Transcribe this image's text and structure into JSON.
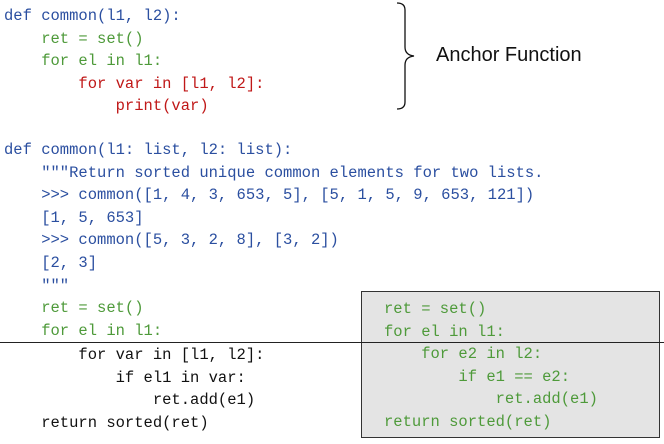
{
  "anchor": {
    "label": "Anchor Function",
    "lines": [
      {
        "text": "def common(l1, l2):",
        "color": "#2b4fa0"
      },
      {
        "text": "    ret = set()",
        "color": "#4e9a3a"
      },
      {
        "text": "    for el in l1:",
        "color": "#4e9a3a"
      },
      {
        "text": "        for var in [l1, l2]:",
        "color": "#c01818"
      },
      {
        "text": "            print(var)",
        "color": "#c01818"
      }
    ]
  },
  "prompt": {
    "lines": [
      {
        "text": "def common(l1: list, l2: list):",
        "color": "#2b4fa0"
      },
      {
        "text": "    \"\"\"Return sorted unique common elements for two lists.",
        "color": "#2b4fa0"
      },
      {
        "text": "    >>> common([1, 4, 3, 653, 5], [5, 1, 5, 9, 653, 121])",
        "color": "#2b4fa0"
      },
      {
        "text": "    [1, 5, 653]",
        "color": "#2b4fa0"
      },
      {
        "text": "    >>> common([5, 3, 2, 8], [3, 2])",
        "color": "#2b4fa0"
      },
      {
        "text": "    [2, 3]",
        "color": "#2b4fa0"
      },
      {
        "text": "    \"\"\"",
        "color": "#2b4fa0"
      },
      {
        "text": "    ret = set()",
        "color": "#4e9a3a"
      },
      {
        "text": "    for el in l1:",
        "color": "#4e9a3a"
      }
    ]
  },
  "original_completion": {
    "lines": [
      {
        "text": "        for var in [l1, l2]:",
        "color": "#111111"
      },
      {
        "text": "            if el1 in var:",
        "color": "#111111"
      },
      {
        "text": "                ret.add(e1)",
        "color": "#111111"
      },
      {
        "text": "    return sorted(ret)",
        "color": "#111111"
      }
    ]
  },
  "alternative_completion": {
    "lines": [
      {
        "text": "ret = set()",
        "color": "#4e9a3a"
      },
      {
        "text": "for el in l1:",
        "color": "#4e9a3a"
      },
      {
        "text": "    for e2 in l2:",
        "color": "#4e9a3a"
      },
      {
        "text": "        if e1 == e2:",
        "color": "#4e9a3a"
      },
      {
        "text": "            ret.add(e1)",
        "color": "#4e9a3a"
      },
      {
        "text": "return sorted(ret)",
        "color": "#4e9a3a"
      }
    ]
  },
  "colors": {
    "signature": "#2b4fa0",
    "shared_code": "#4e9a3a",
    "anchor_code": "#c01818",
    "completion": "#111111",
    "box_fill": "#e4e4e4"
  }
}
